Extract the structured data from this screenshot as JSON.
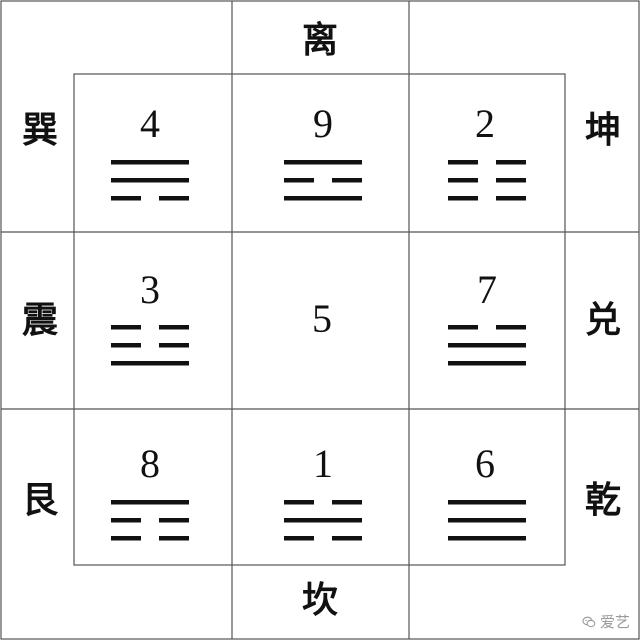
{
  "cells": [
    {
      "id": "sw",
      "number": "4",
      "trigram": [
        1,
        1,
        0
      ]
    },
    {
      "id": "s",
      "number": "9",
      "trigram": [
        1,
        0,
        1
      ]
    },
    {
      "id": "se",
      "number": "2",
      "trigram": [
        0,
        0,
        0
      ]
    },
    {
      "id": "w",
      "number": "3",
      "trigram": [
        0,
        0,
        1
      ]
    },
    {
      "id": "c",
      "number": "5",
      "trigram": null
    },
    {
      "id": "e",
      "number": "7",
      "trigram": [
        0,
        1,
        1
      ]
    },
    {
      "id": "nw",
      "number": "8",
      "trigram": [
        1,
        0,
        0
      ]
    },
    {
      "id": "n",
      "number": "1",
      "trigram": [
        0,
        1,
        0
      ]
    },
    {
      "id": "ne",
      "number": "6",
      "trigram": [
        1,
        1,
        1
      ]
    }
  ],
  "labels": {
    "top": "离",
    "bottom": "坎",
    "left_top": "巽",
    "left_middle": "震",
    "left_bottom": "艮",
    "right_top": "坤",
    "right_middle": "兑",
    "right_bottom": "乾"
  },
  "watermark": "爱艺",
  "colors": {
    "line": "#111111",
    "grid": "#555555",
    "watermark": "#9a9a9a"
  }
}
